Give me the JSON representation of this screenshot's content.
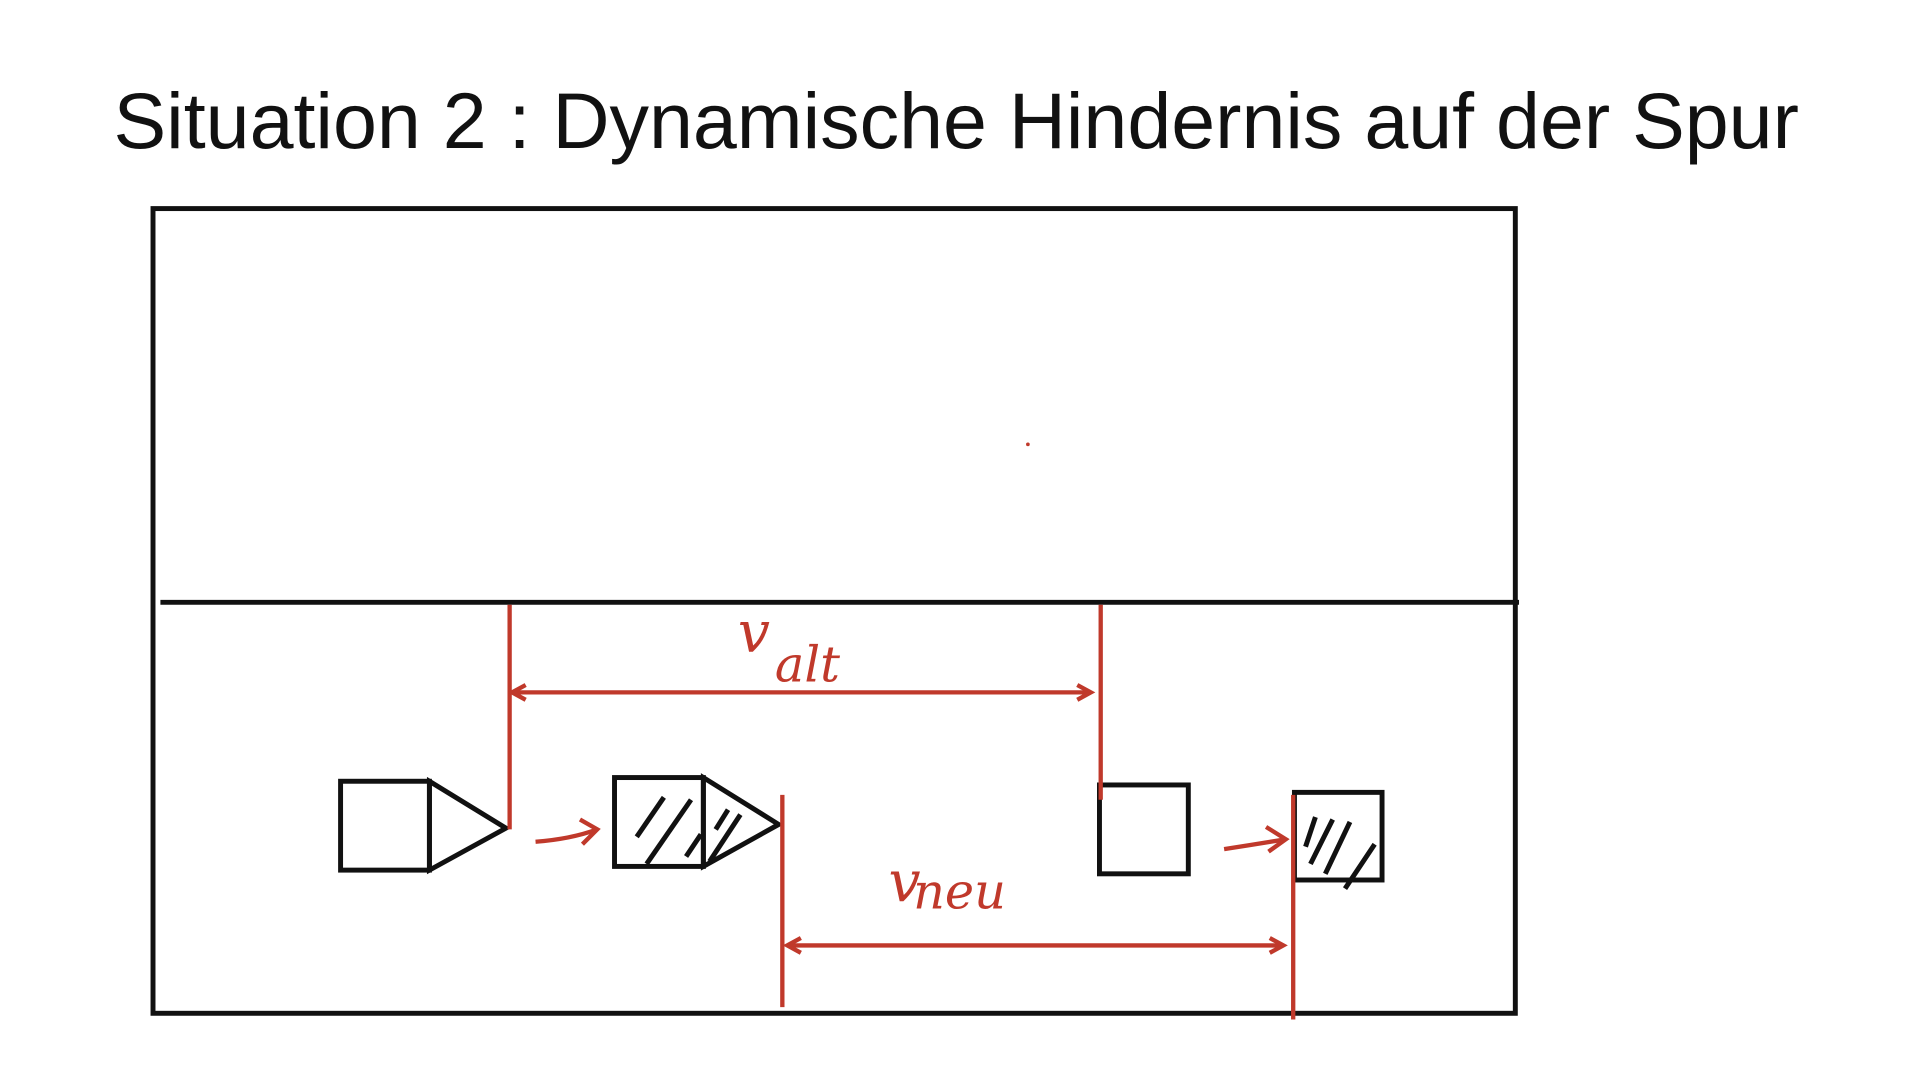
{
  "title": "Situation 2 : Dynamische Hindernis auf der Spur",
  "labels": {
    "v_alt": {
      "symbol": "v",
      "subscript": "alt"
    },
    "v_neu": {
      "symbol": "v",
      "subscript": "neu"
    }
  },
  "colors": {
    "stroke": "#111111",
    "annotation": "#c0392b",
    "background": "#ffffff"
  }
}
